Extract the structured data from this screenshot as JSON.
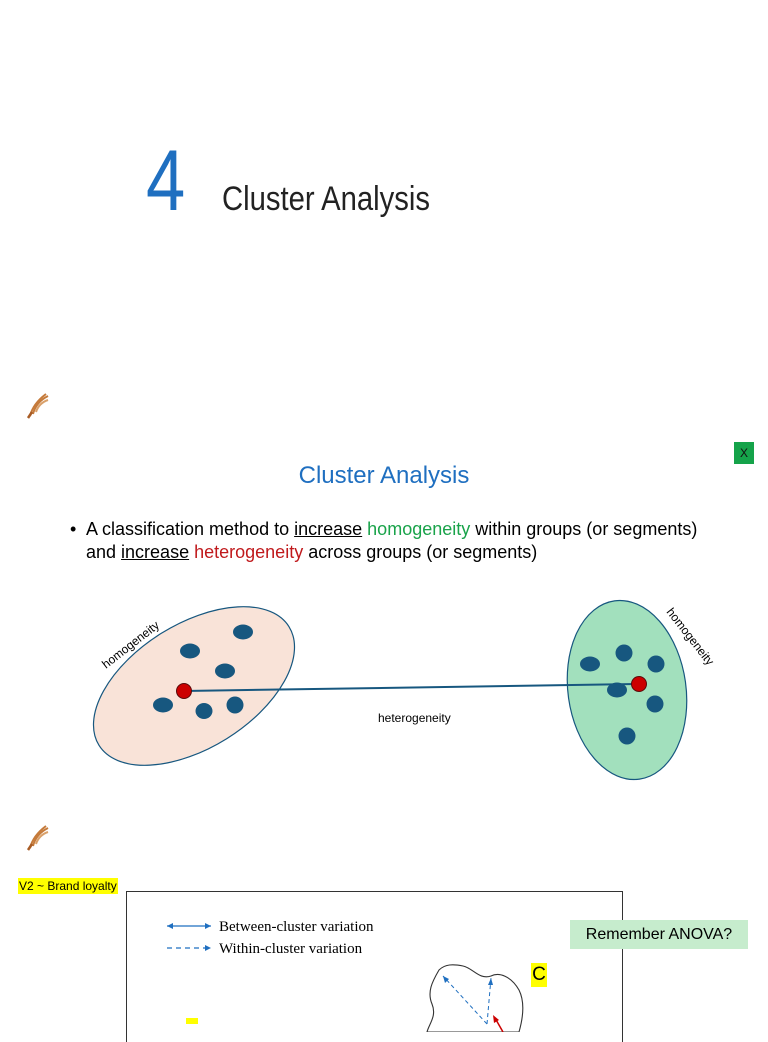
{
  "chapter": {
    "number": "4",
    "title": "Cluster Analysis"
  },
  "icons": {
    "annotation": "pen-annotation-icon",
    "annotation_color": "#c57a3a"
  },
  "slide": {
    "close_label": "X",
    "title": "Cluster Analysis",
    "bullet": {
      "marker": "•",
      "p1": "A classification method to ",
      "p2": "increase",
      "p3": " ",
      "p4": "homogeneity",
      "p5": " within groups (or segments) and ",
      "p6": "increase",
      "p7": " ",
      "p8": "heterogeneity",
      "p9": " across groups (or segments)"
    },
    "diagram": {
      "left_label": "homogeneity",
      "right_label": "homogeneity",
      "link_label": "heterogeneity"
    },
    "colors": {
      "title_blue": "#1f6fc0",
      "green": "#19a34a",
      "red": "#c0191c",
      "left_cluster_fill": "#f9e3d8",
      "right_cluster_fill": "#a2e0bd",
      "point": "#17577f",
      "centroid": "#cc0000"
    }
  },
  "lower": {
    "axis_label": "V2 ~ Brand loyalty",
    "legend": {
      "between": "Between-cluster variation",
      "within": "Within-cluster variation"
    },
    "note": "Remember ANOVA?",
    "cluster_label": "C"
  }
}
